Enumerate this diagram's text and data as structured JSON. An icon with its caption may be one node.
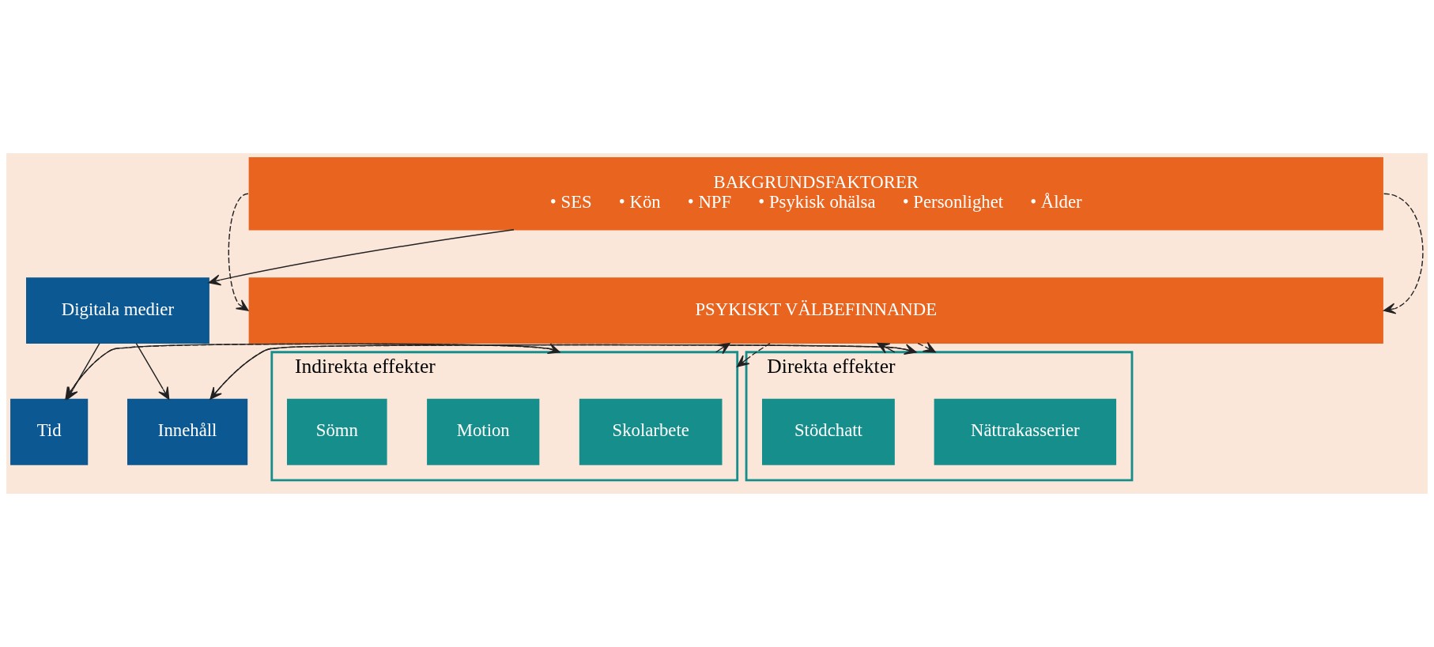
{
  "diagram": {
    "nodes": [
      {
        "text": [
          "BAKGRUNDSFAKTORER",
          "• SES      • Kön      • NPF      • Psykisk ohälsa      • Personlighet      • Ålder"
        ]
      },
      {
        "text": [
          "Digitala medier"
        ]
      },
      {
        "text": [
          "Tid"
        ]
      },
      {
        "text": [
          "Innehåll"
        ]
      },
      {
        "text": [
          "Indirekta effekter"
        ]
      },
      {
        "text": [
          "Skolarbete"
        ],
        "in": 4
      },
      {
        "text": [
          "Motion"
        ],
        "in": 4
      },
      {
        "text": [
          "Sömn"
        ],
        "in": 4
      },
      {
        "text": [
          "Direkta effekter"
        ]
      },
      {
        "text": [
          "Nättrakasserier"
        ],
        "in": 8
      },
      {
        "text": [
          "Stödchatt"
        ],
        "in": 8
      },
      {
        "text": [
          "PSYKISKT VÄLBEFINNANDE"
        ]
      }
    ],
    "edges": [
      {
        "from": 0,
        "to": 1,
        "arrow": "to"
      },
      {
        "from": 1,
        "to": 2,
        "arrow": "to"
      },
      {
        "from": 1,
        "to": 3,
        "arrow": "to"
      },
      {
        "from": 2,
        "to": 4,
        "arrow": "to"
      },
      {
        "from": 4,
        "to": 2,
        "arrow": "to",
        "style": "dashed"
      },
      {
        "from": 3,
        "to": 8,
        "arrow": "to"
      },
      {
        "from": 8,
        "to": 3,
        "arrow": "to",
        "style": "dashed"
      },
      {
        "from": 4,
        "to": 11,
        "arrow": "to"
      },
      {
        "from": 11,
        "to": 4,
        "arrow": "to",
        "style": "dashed"
      },
      {
        "from": 8,
        "to": 11,
        "arrow": "to"
      },
      {
        "from": 11,
        "to": 8,
        "arrow": "to",
        "style": "dashed"
      },
      {
        "from": 0,
        "to": 11,
        "arrow": "to",
        "style": "dashed"
      },
      {
        "from": 0,
        "to": 11,
        "arrow": "to",
        "style": "dashed"
      }
    ]
  }
}
